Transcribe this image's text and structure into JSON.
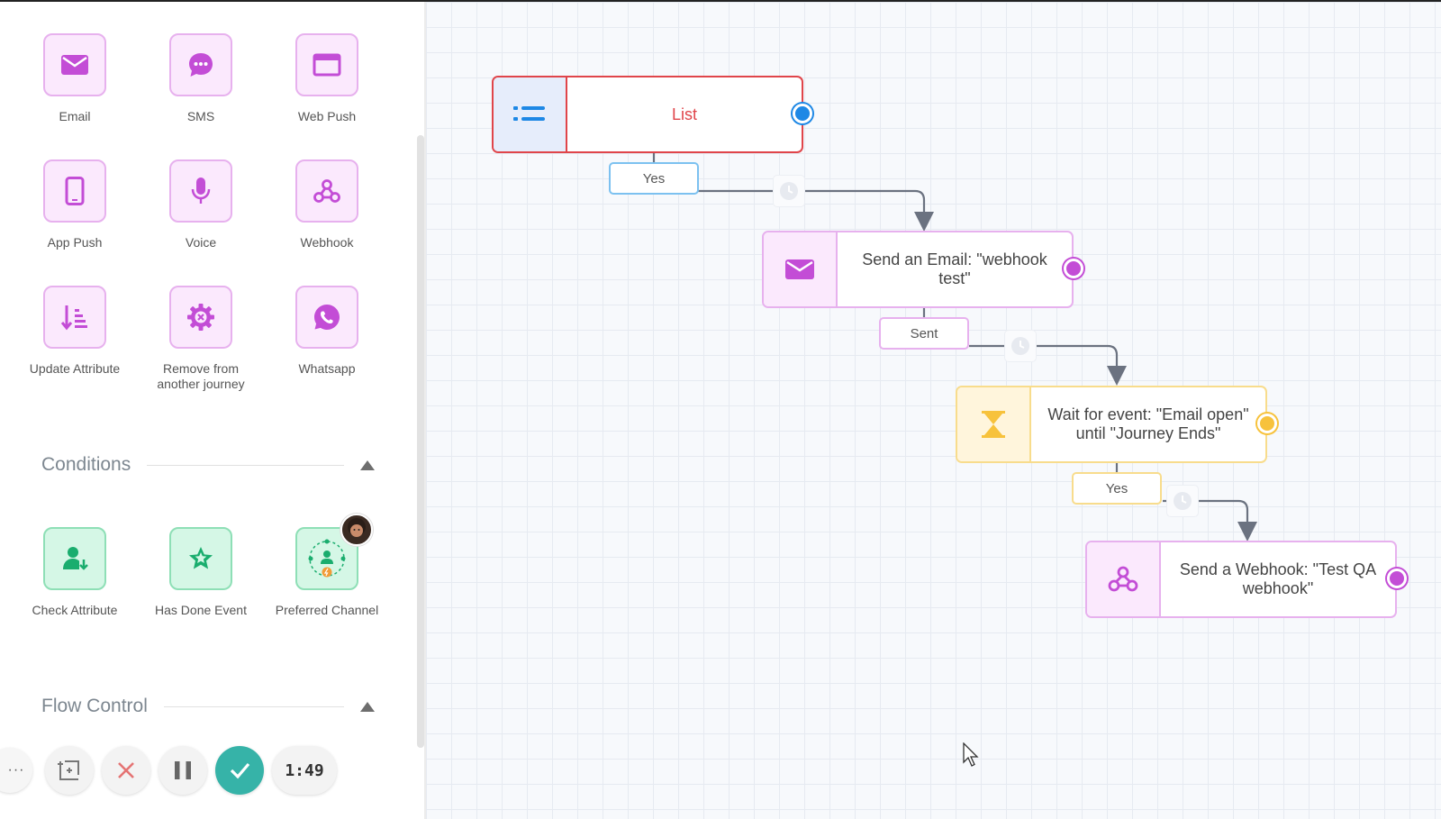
{
  "sidebar": {
    "actions": [
      {
        "label": "Email",
        "icon": "envelope-icon"
      },
      {
        "label": "SMS",
        "icon": "chat-bubble-icon"
      },
      {
        "label": "Web Push",
        "icon": "browser-window-icon"
      },
      {
        "label": "App Push",
        "icon": "mobile-phone-icon"
      },
      {
        "label": "Voice",
        "icon": "microphone-icon"
      },
      {
        "label": "Webhook",
        "icon": "webhook-icon"
      },
      {
        "label": "Update Attribute",
        "icon": "sort-attribute-icon"
      },
      {
        "label": "Remove from another journey",
        "icon": "gear-remove-icon"
      },
      {
        "label": "Whatsapp",
        "icon": "whatsapp-icon"
      }
    ],
    "conditions_title": "Conditions",
    "conditions": [
      {
        "label": "Check Attribute",
        "icon": "user-attribute-icon"
      },
      {
        "label": "Has Done Event",
        "icon": "star-icon"
      },
      {
        "label": "Preferred Channel",
        "icon": "preferred-channel-icon"
      }
    ],
    "flow_control_title": "Flow Control"
  },
  "recorder": {
    "timer": "1:49",
    "more": "···"
  },
  "canvas": {
    "nodes": {
      "list": {
        "label": "List"
      },
      "email": {
        "label": "Send an Email: \"webhook test\""
      },
      "wait": {
        "label": "Wait for event: \"Email open\" until \"Journey Ends\""
      },
      "webhook": {
        "label": "Send a Webhook: \"Test QA webhook\""
      }
    },
    "branches": {
      "list_yes": "Yes",
      "email_sent": "Sent",
      "wait_yes": "Yes"
    }
  },
  "colors": {
    "action_purple": "#c34dd6",
    "condition_green": "#1aad6e",
    "list_red": "#e0454a",
    "list_port_blue": "#1e88e5",
    "wait_yellow": "#f7c23c",
    "connector_gray": "#6b7280",
    "recorder_green": "#36b3a8"
  }
}
